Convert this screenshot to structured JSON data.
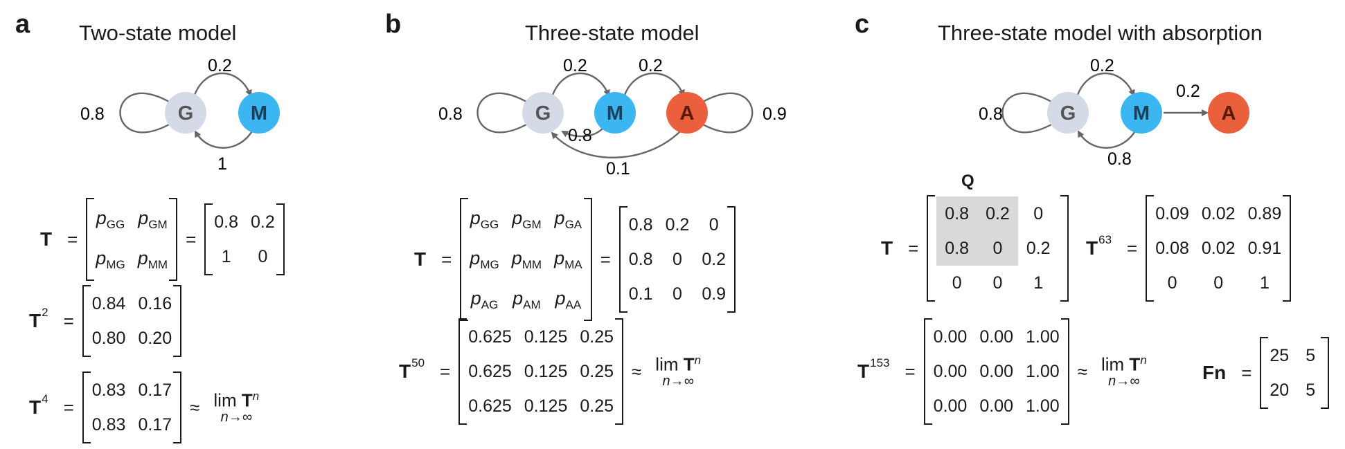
{
  "panels": [
    {
      "label": "a",
      "title": "Two-state model"
    },
    {
      "label": "b",
      "title": "Three-state model"
    },
    {
      "label": "c",
      "title": "Three-state model with absorption"
    }
  ],
  "diagram": {
    "states": {
      "G": "G",
      "M": "M",
      "A": "A"
    },
    "colors": {
      "G": "#d4dae6",
      "M": "#3cb6f0",
      "A": "#ea5f3c",
      "arrow": "#666666"
    },
    "a": {
      "self_G": "0.8",
      "G_to_M": "0.2",
      "M_to_G": "1"
    },
    "b": {
      "self_G": "0.8",
      "G_to_M": "0.2",
      "M_to_A": "0.2",
      "M_to_G": "0.8",
      "A_to_G": "0.1",
      "self_A": "0.9"
    },
    "c": {
      "self_G": "0.8",
      "G_to_M": "0.2",
      "M_to_A": "0.2",
      "M_to_G": "0.8"
    }
  },
  "symbols": {
    "T": "T",
    "eq": "=",
    "approx": "≈",
    "lim": "lim",
    "lim_sub": "n→∞",
    "n_sup": "n",
    "Fn": "Fn",
    "Q": "Q",
    "p": "p"
  },
  "equations": {
    "a_T": {
      "sym": [
        [
          "GG",
          "GM"
        ],
        [
          "MG",
          "MM"
        ]
      ],
      "num": [
        [
          "0.8",
          "0.2"
        ],
        [
          "1",
          "0"
        ]
      ]
    },
    "a_T2": {
      "power": "2",
      "num": [
        [
          "0.84",
          "0.16"
        ],
        [
          "0.80",
          "0.20"
        ]
      ]
    },
    "a_T4": {
      "power": "4",
      "num": [
        [
          "0.83",
          "0.17"
        ],
        [
          "0.83",
          "0.17"
        ]
      ]
    },
    "b_T": {
      "sym": [
        [
          "GG",
          "GM",
          "GA"
        ],
        [
          "MG",
          "MM",
          "MA"
        ],
        [
          "AG",
          "AM",
          "AA"
        ]
      ],
      "num": [
        [
          "0.8",
          "0.2",
          "0"
        ],
        [
          "0.8",
          "0",
          "0.2"
        ],
        [
          "0.1",
          "0",
          "0.9"
        ]
      ]
    },
    "b_T50": {
      "power": "50",
      "num": [
        [
          "0.625",
          "0.125",
          "0.25"
        ],
        [
          "0.625",
          "0.125",
          "0.25"
        ],
        [
          "0.625",
          "0.125",
          "0.25"
        ]
      ]
    },
    "c_T": {
      "num": [
        [
          "0.8",
          "0.2",
          "0"
        ],
        [
          "0.8",
          "0",
          "0.2"
        ],
        [
          "0",
          "0",
          "1"
        ]
      ]
    },
    "c_T63": {
      "power": "63",
      "num": [
        [
          "0.09",
          "0.02",
          "0.89"
        ],
        [
          "0.08",
          "0.02",
          "0.91"
        ],
        [
          "0",
          "0",
          "1"
        ]
      ]
    },
    "c_T153": {
      "power": "153",
      "num": [
        [
          "0.00",
          "0.00",
          "1.00"
        ],
        [
          "0.00",
          "0.00",
          "1.00"
        ],
        [
          "0.00",
          "0.00",
          "1.00"
        ]
      ]
    },
    "c_Fn": {
      "num": [
        [
          "25",
          "5"
        ],
        [
          "20",
          "5"
        ]
      ]
    }
  }
}
